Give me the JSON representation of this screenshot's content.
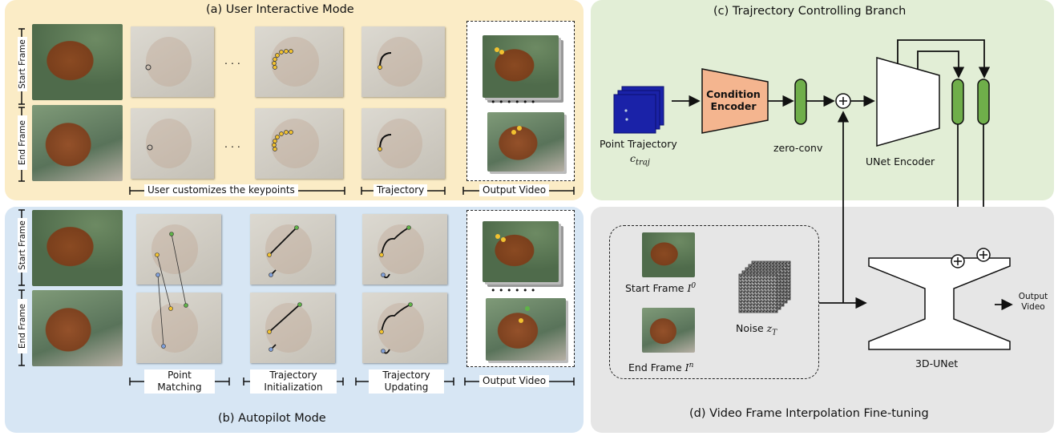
{
  "panel_a": {
    "title": "(a) User Interactive Mode",
    "row_labels": [
      "Start Frame",
      "End Frame"
    ],
    "ellipsis": ". . .",
    "tags": [
      "User customizes the keypoints",
      "Trajectory",
      "Output Video"
    ]
  },
  "panel_b": {
    "title": "(b) Autopilot Mode",
    "row_labels": [
      "Start Frame",
      "End Frame"
    ],
    "tags": [
      "Point Matching",
      "Trajectory Initialization",
      "Trajectory Updating",
      "Output Video"
    ]
  },
  "panel_c": {
    "title": "(c) Trajrectory Controlling Branch",
    "point_trajectory_label": "Point Trajectory",
    "point_trajectory_symbol": "c",
    "point_trajectory_subscript": "traj",
    "condition_encoder_label": "Condition Encoder",
    "zero_conv_label": "zero-conv",
    "unet_encoder_label": "UNet Encoder"
  },
  "panel_d": {
    "title": "(d) Video Frame Interpolation Fine-tuning",
    "start_frame_label": "Start Frame",
    "start_frame_symbol": "I",
    "start_frame_sup": "0",
    "end_frame_label": "End Frame",
    "end_frame_symbol": "I",
    "end_frame_sup": "n",
    "noise_label": "Noise",
    "noise_symbol": "z",
    "noise_subscript": "T",
    "unet3d_label": "3D-UNet",
    "output_label": "Output Video"
  },
  "colors": {
    "panel_a_bg": "#fbecc6",
    "panel_b_bg": "#d7e6f4",
    "panel_c_bg": "#e2eed6",
    "panel_d_bg": "#e6e6e6",
    "condition_encoder": "#f4b58f",
    "zero_conv": "#6fae4a",
    "trajectory_blue": "#1a22a8",
    "keypoint_yellow": "#f2c230",
    "keypoint_green": "#5fb347",
    "keypoint_blue": "#7f9fd9"
  }
}
